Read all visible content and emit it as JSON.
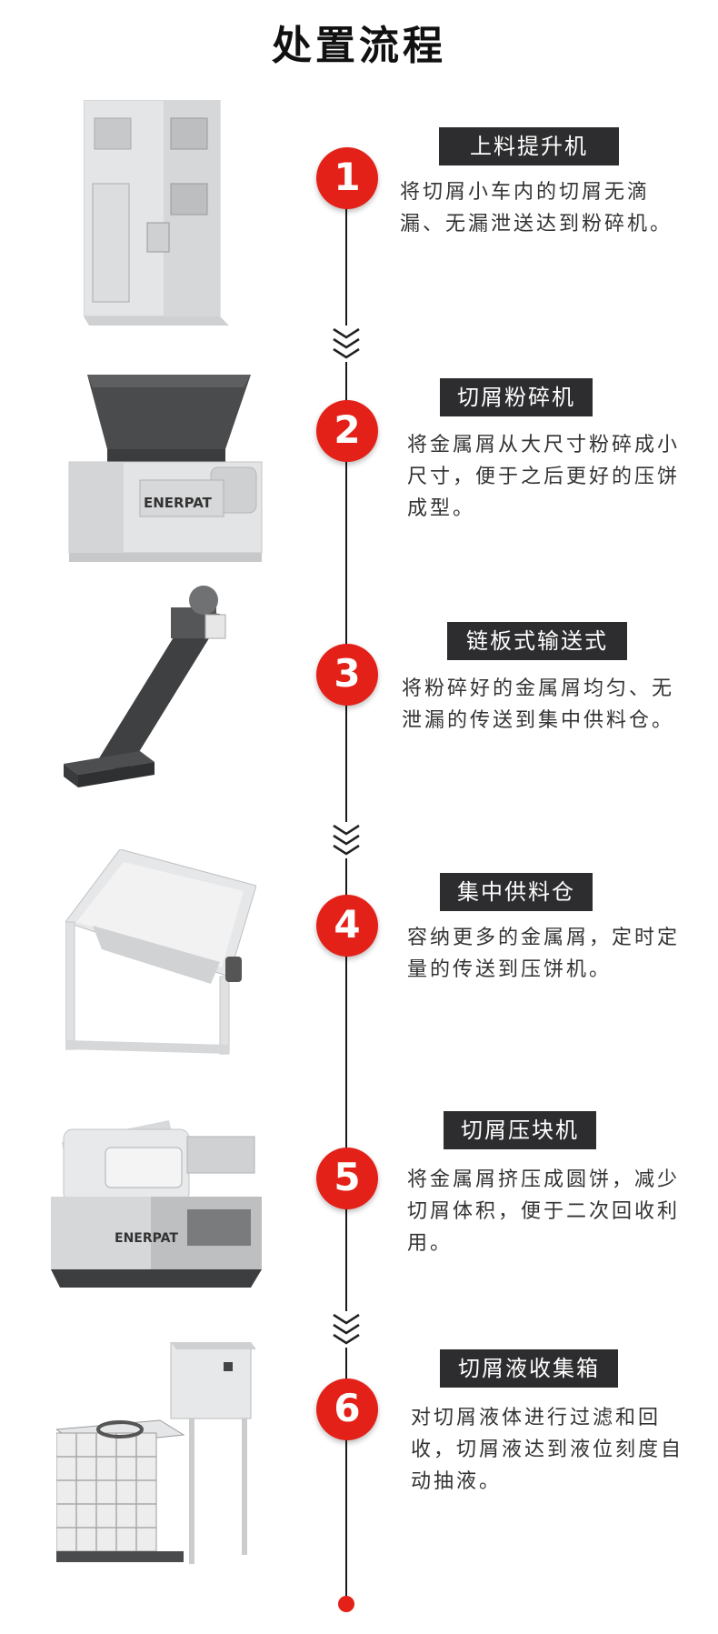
{
  "title": "处置流程",
  "steps": [
    {
      "number": "1",
      "label": "上料提升机",
      "description": "将切屑小车内的切屑无滴漏、无漏泄送达到粉碎机。"
    },
    {
      "number": "2",
      "label": "切屑粉碎机",
      "description": "将金属屑从大尺寸粉碎成小尺寸，便于之后更好的压饼成型。"
    },
    {
      "number": "3",
      "label": "链板式输送式",
      "description": "将粉碎好的金属屑均匀、无泄漏的传送到集中供料仓。"
    },
    {
      "number": "4",
      "label": "集中供料仓",
      "description": "容纳更多的金属屑，定时定量的传送到压饼机。"
    },
    {
      "number": "5",
      "label": "切屑压块机",
      "description": "将金属屑挤压成圆饼，减少切屑体积，便于二次回收利用。"
    },
    {
      "number": "6",
      "label": "切屑液收集箱",
      "description": "对切屑液体进行过滤和回收，切屑液达到液位刻度自动抽液。"
    }
  ],
  "brand_mark": "ENERPAT",
  "colors": {
    "accent": "#e32118",
    "label_bg": "#2d2d2f",
    "machine_light": "#e6e7e9",
    "machine_dark": "#5b5c5e"
  }
}
